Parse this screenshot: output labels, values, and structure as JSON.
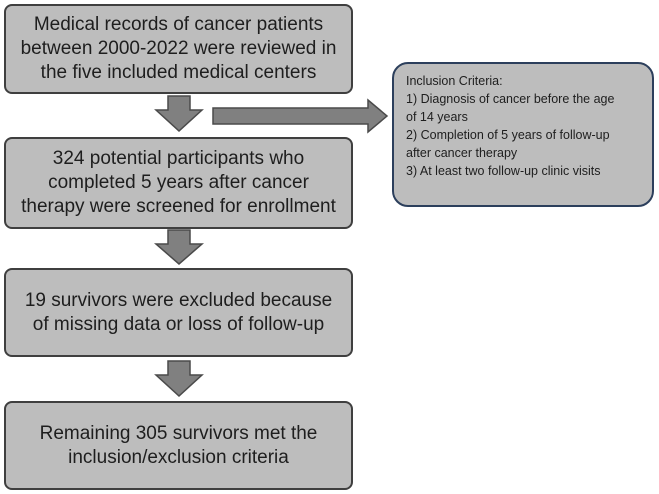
{
  "boxes": [
    {
      "lines": [
        "Medical records of cancer patients",
        "between 2000-2022 were reviewed in",
        "the five included medical centers"
      ]
    },
    {
      "lines": [
        "324 potential participants who",
        "completed 5 years after cancer",
        "therapy were screened for enrollment"
      ]
    },
    {
      "lines": [
        "19 survivors were excluded because",
        "of missing data or loss of follow-up"
      ]
    },
    {
      "lines": [
        "Remaining 305 survivors met the",
        "inclusion/exclusion criteria"
      ]
    }
  ],
  "criteria": {
    "title": "Inclusion Criteria:",
    "lines": [
      "1) Diagnosis of cancer before the age",
      "of 14 years",
      "2) Completion of 5 years of follow-up",
      "after cancer therapy",
      "3) At least two follow-up clinic visits"
    ]
  },
  "colors": {
    "box_fill": "#bdbdbd",
    "box_border": "#3f3f3f",
    "arrow_fill": "#808080",
    "arrow_border": "#4a4a4a",
    "criteria_border": "#2c3f5c"
  },
  "icons": [
    "down-arrow",
    "right-arrow"
  ]
}
